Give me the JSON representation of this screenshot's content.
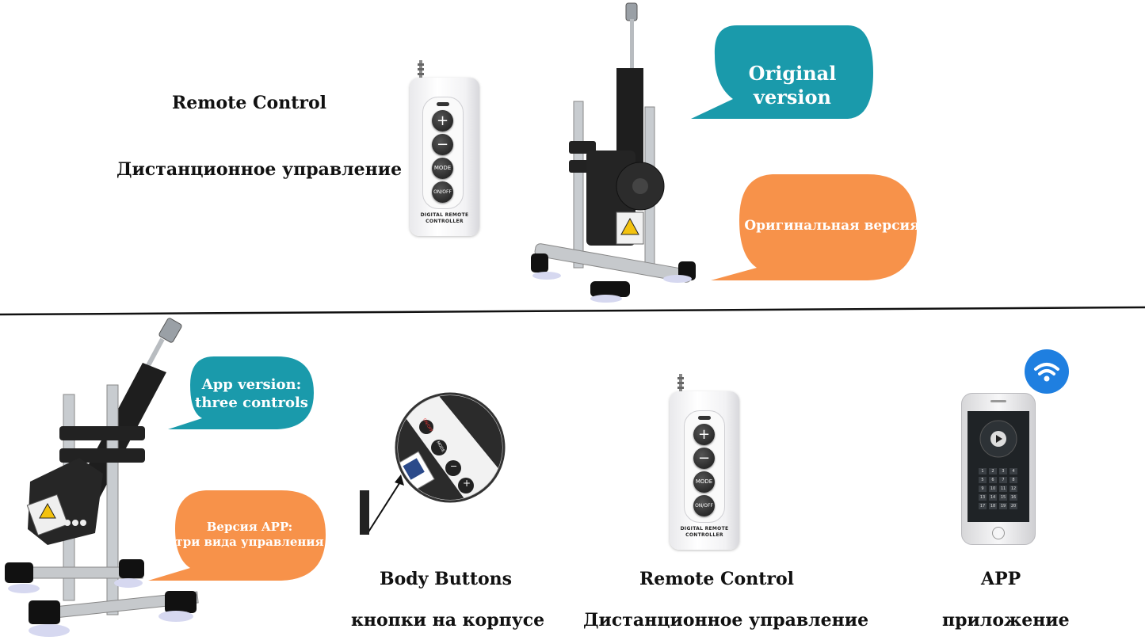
{
  "top": {
    "remote_label_en": "Remote Control",
    "remote_label_ru": "Дистанционное управление",
    "bubble_original_en": "Original version",
    "bubble_original_ru": "Оригинальная версия"
  },
  "bottom": {
    "bubble_app_en_line1": "App version:",
    "bubble_app_en_line2": "three controls",
    "bubble_app_ru_line1": "Версия APP:",
    "bubble_app_ru_line2": "три вида управления",
    "body_buttons_en": "Body Buttons",
    "body_buttons_ru": "кнопки на корпусе",
    "remote_en": "Remote Control",
    "remote_ru": "Дистанционное управление",
    "app_en": "APP",
    "app_ru": "приложение"
  },
  "remote": {
    "plus": "+",
    "minus": "−",
    "mode": "MODE",
    "onoff": "ON/OFF",
    "caption_line1": "DIGITAL REMOTE",
    "caption_line2": "CONTROLLER"
  },
  "body_panel": {
    "onoff": "ON/OFF",
    "mode": "MODE",
    "minus": "−",
    "plus": "+"
  },
  "phone_keys": [
    "1",
    "2",
    "3",
    "4",
    "5",
    "6",
    "7",
    "8",
    "9",
    "10",
    "11",
    "12",
    "13",
    "14",
    "15",
    "16",
    "17",
    "18",
    "19",
    "20"
  ],
  "colors": {
    "teal": "#1a9aab",
    "orange": "#f7924a",
    "wifi_blue": "#1f7fe0"
  },
  "icons": [
    "wifi-icon",
    "speech-bubble",
    "arrow-pointer"
  ]
}
